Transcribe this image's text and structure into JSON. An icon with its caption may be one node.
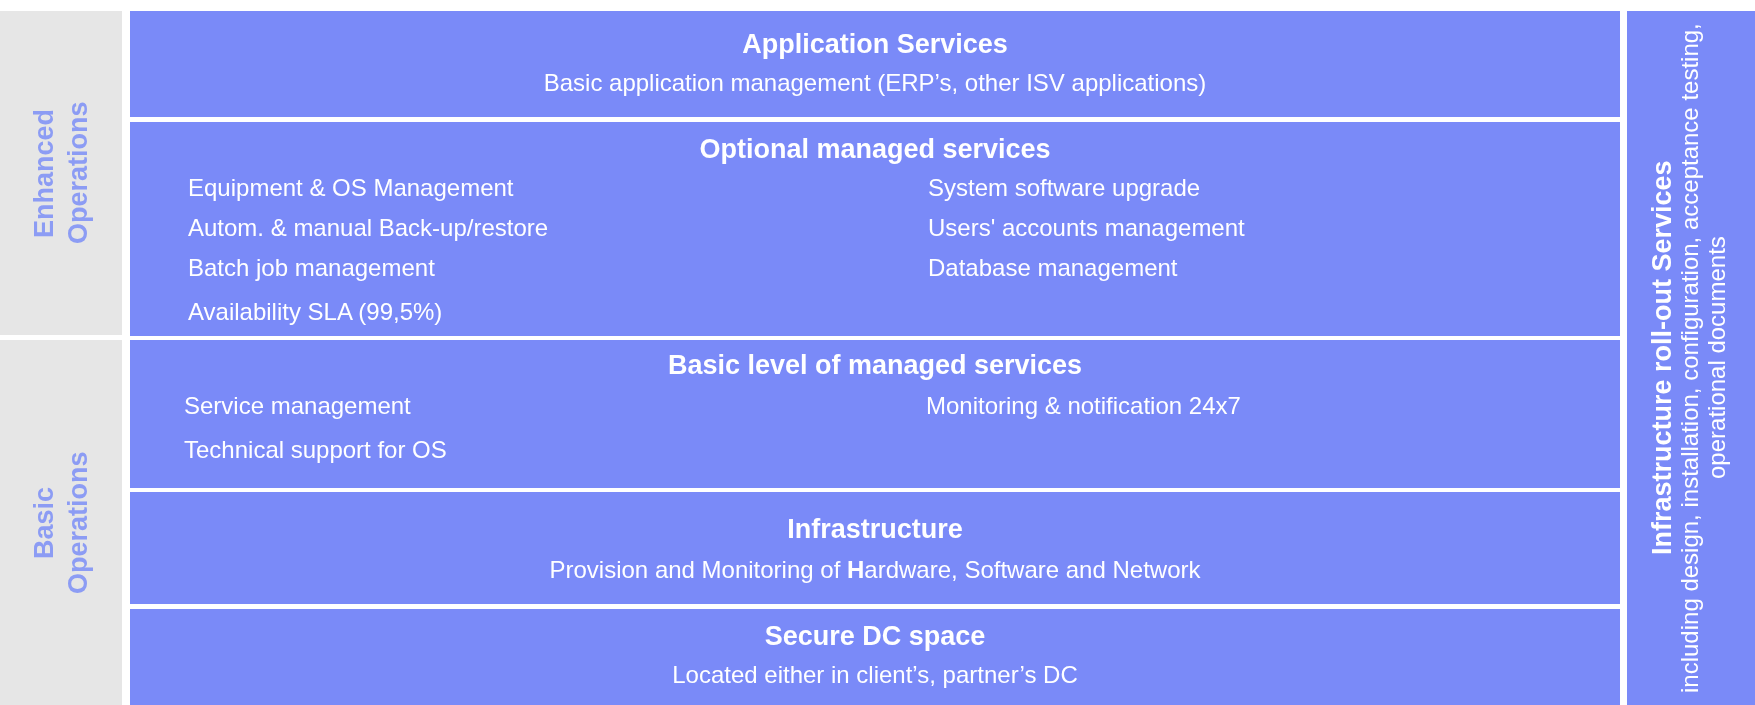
{
  "diagram": {
    "nodes": [
      {
        "text": [
          "Enhanced Operations"
        ]
      },
      {
        "text": [
          "Basic Operations"
        ]
      },
      {
        "text": [
          "Application Services",
          "Basic application management (ERP’s, other ISV applications)"
        ]
      },
      {
        "text": [
          "Optional managed services",
          "Equipment & OS Management",
          "Autom. & manual Back-up/restore",
          "Batch job management",
          "Availability SLA (99,5%)",
          "System software upgrade",
          "Users' accounts management",
          "Database management"
        ]
      },
      {
        "text": [
          "Basic level of managed services",
          "Service management",
          "Technical support for OS",
          "Monitoring & notification 24x7"
        ]
      },
      {
        "text": [
          "Infrastructure",
          "Provision and Monitoring of **H**ardware, Software and Network"
        ]
      },
      {
        "text": [
          "Secure DC space",
          "Located either in client’s, partner’s DC"
        ]
      },
      {
        "text": [
          "Infrastructure roll-out Services",
          "including design, installation, configuration, acceptance testing, operational documents"
        ]
      }
    ]
  }
}
